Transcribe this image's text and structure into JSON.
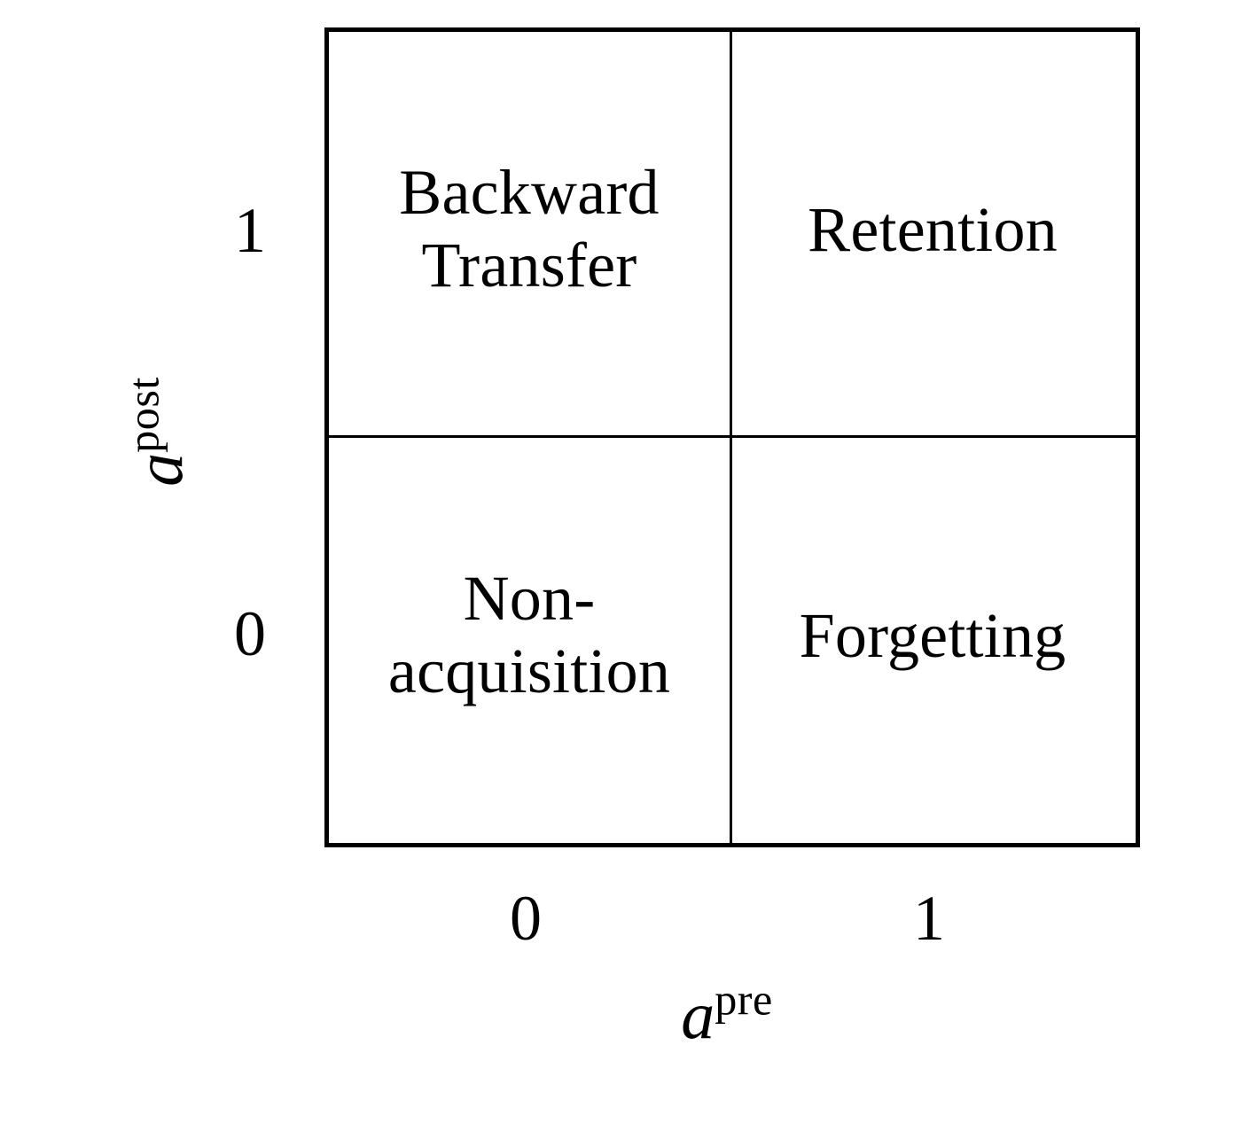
{
  "figure": {
    "type": "2x2-quadrant-diagram",
    "background_color": "#ffffff",
    "line_color": "#000000"
  },
  "axes": {
    "x": {
      "label_variable": "a",
      "label_superscript": "pre",
      "ticks": [
        "0",
        "1"
      ]
    },
    "y": {
      "label_variable": "a",
      "label_superscript": "post",
      "ticks": [
        "1",
        "0"
      ]
    }
  },
  "quadrants": {
    "top_left": {
      "label": "Backward\nTransfer",
      "x_value": "0",
      "y_value": "1"
    },
    "top_right": {
      "label": "Retention",
      "x_value": "1",
      "y_value": "1"
    },
    "bottom_left": {
      "label": "Non-\nacquisition",
      "x_value": "0",
      "y_value": "0"
    },
    "bottom_right": {
      "label": "Forgetting",
      "x_value": "1",
      "y_value": "0"
    }
  }
}
